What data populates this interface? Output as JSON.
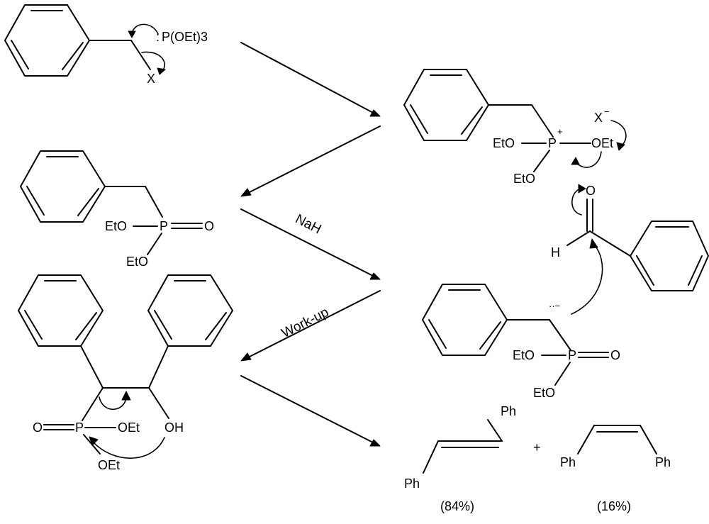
{
  "scheme": {
    "reactant": {
      "reagent": "P(OEt)3",
      "leaving_group": "X"
    },
    "phosphonium": {
      "plus": "+",
      "counterion": "X",
      "minus": "−",
      "eto_left": "EtO",
      "eto_bottom": "EtO",
      "oet_right": "OEt"
    },
    "phosphonate": {
      "eto_left": "EtO",
      "p": "P",
      "o": "O",
      "eto_bottom": "EtO"
    },
    "step_nah": "NaH",
    "carbanion": {
      "lone_pair": "··−",
      "eto_left": "EtO",
      "p": "P",
      "o": "O",
      "eto_bottom": "EtO"
    },
    "aldehyde": {
      "o": "O",
      "h": "H"
    },
    "step_workup": "Work-up",
    "intermediate": {
      "o": "O",
      "p": "P",
      "oet_right": "OEt",
      "oet_bottom": "OEt",
      "oh": "OH"
    },
    "products": {
      "trans_ph_top": "Ph",
      "trans_ph_bottom": "Ph",
      "plus": "+",
      "cis_ph_left": "Ph",
      "cis_ph_right": "Ph",
      "trans_yield": "(84%)",
      "cis_yield": "(16%)"
    }
  }
}
